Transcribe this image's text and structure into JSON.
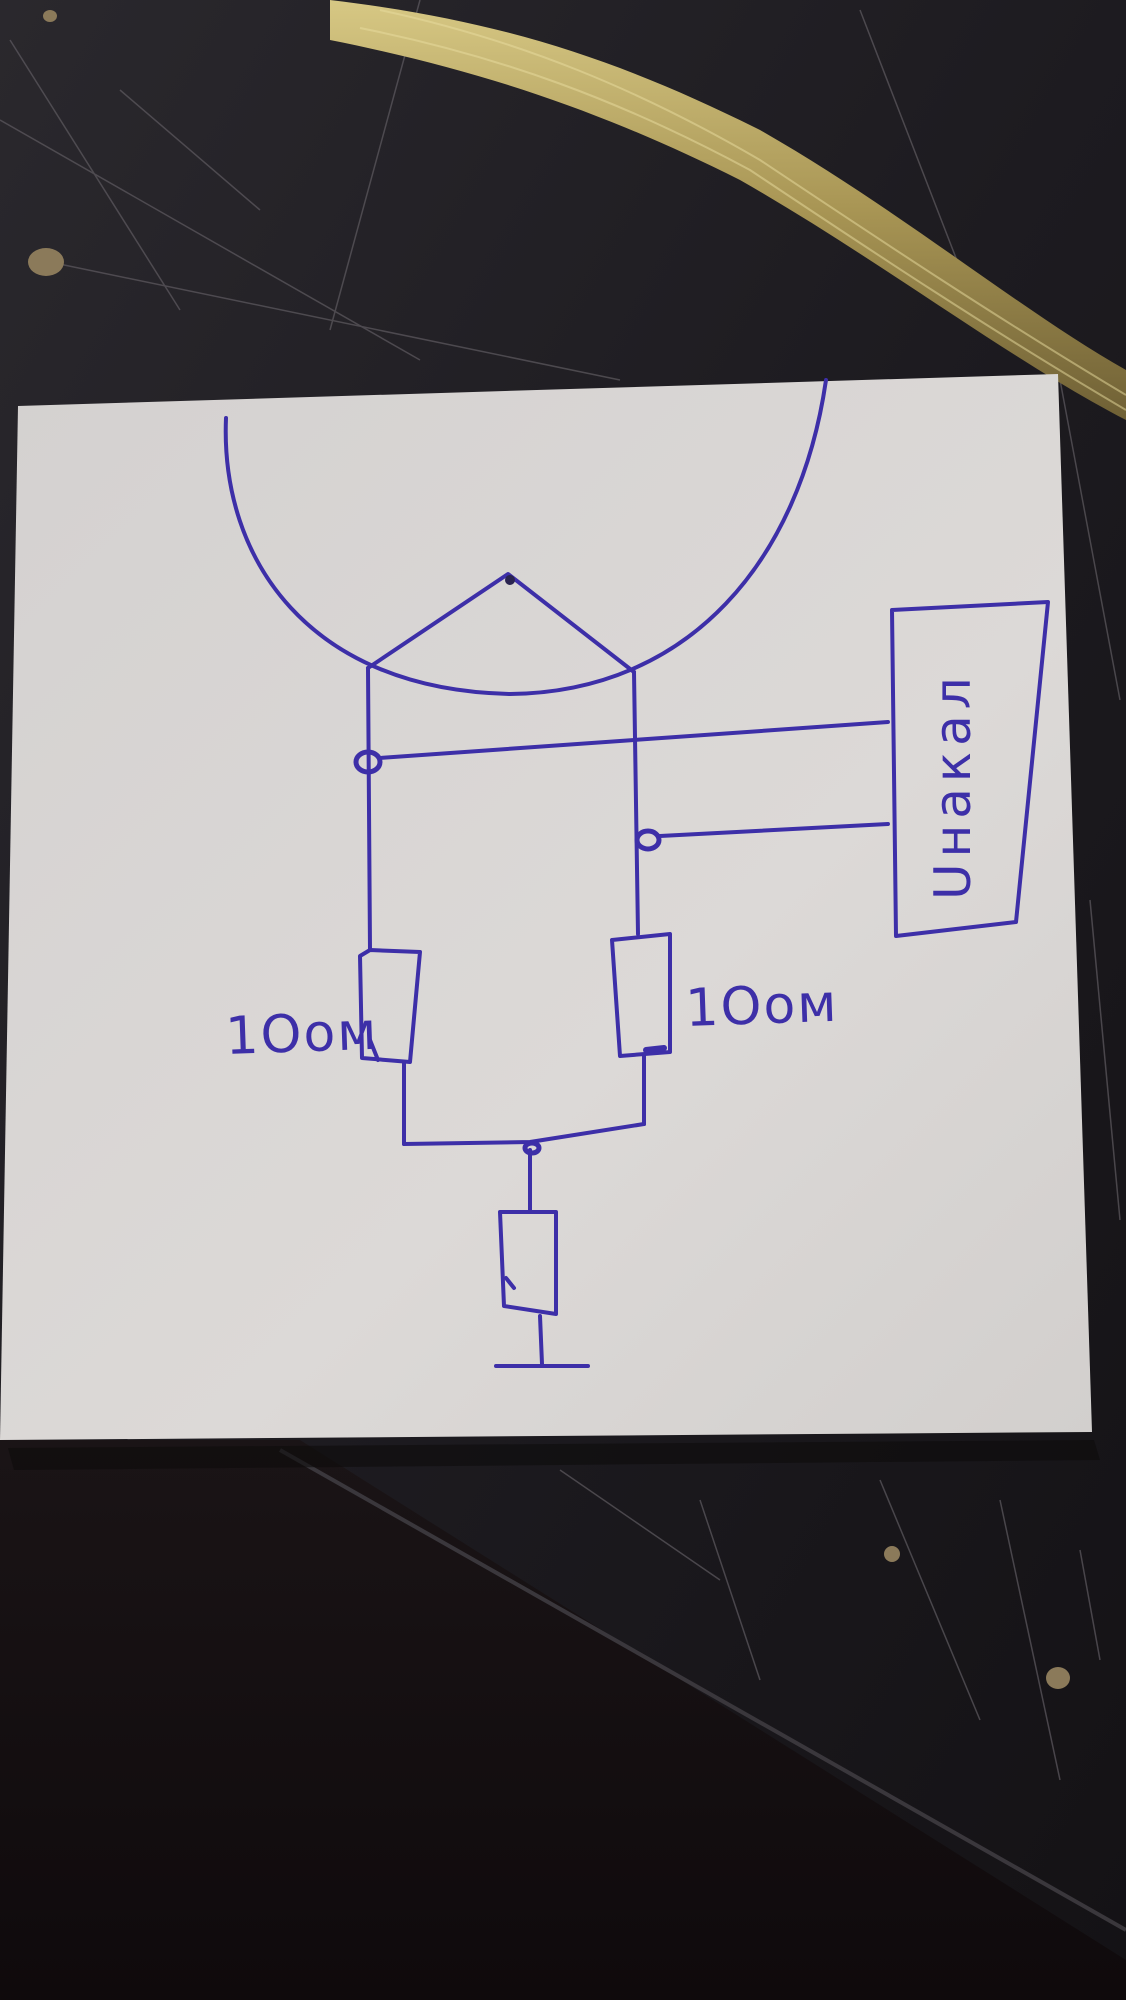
{
  "diagram": {
    "labels": {
      "left_resistor": "1Oом",
      "right_resistor": "1Oом",
      "source": "Uнакал"
    },
    "colors": {
      "ink": "#3d2fa8",
      "paper": "#d7d4d2",
      "tabletop": "#1c1a1e",
      "cable": "#b9a861"
    }
  }
}
